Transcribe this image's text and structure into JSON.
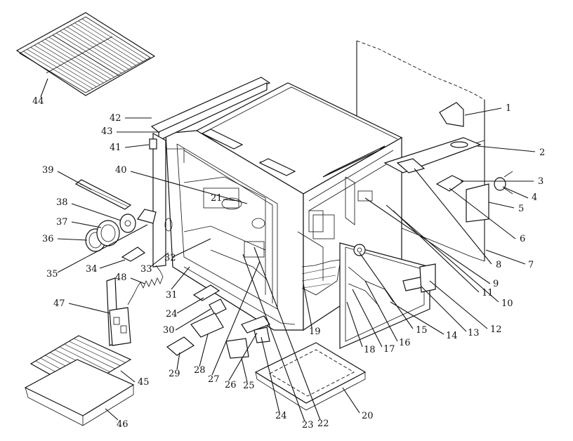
{
  "header": {
    "caption": ""
  },
  "callouts": [
    {
      "id": "1",
      "text": "1"
    },
    {
      "id": "2",
      "text": "2"
    },
    {
      "id": "3",
      "text": "3"
    },
    {
      "id": "4",
      "text": "4"
    },
    {
      "id": "5",
      "text": "5"
    },
    {
      "id": "6",
      "text": "6"
    },
    {
      "id": "7",
      "text": "7"
    },
    {
      "id": "8",
      "text": "8"
    },
    {
      "id": "9",
      "text": "9"
    },
    {
      "id": "10",
      "text": "10"
    },
    {
      "id": "11",
      "text": "11"
    },
    {
      "id": "12",
      "text": "12"
    },
    {
      "id": "13",
      "text": "13"
    },
    {
      "id": "14",
      "text": "14"
    },
    {
      "id": "15",
      "text": "15"
    },
    {
      "id": "16",
      "text": "16"
    },
    {
      "id": "17",
      "text": "17"
    },
    {
      "id": "18",
      "text": "18"
    },
    {
      "id": "19",
      "text": "19"
    },
    {
      "id": "20",
      "text": "20"
    },
    {
      "id": "21",
      "text": "21"
    },
    {
      "id": "22",
      "text": "22"
    },
    {
      "id": "23",
      "text": "23"
    },
    {
      "id": "24a",
      "text": "24"
    },
    {
      "id": "24b",
      "text": "24"
    },
    {
      "id": "25",
      "text": "25"
    },
    {
      "id": "26",
      "text": "26"
    },
    {
      "id": "27",
      "text": "27"
    },
    {
      "id": "28",
      "text": "28"
    },
    {
      "id": "29",
      "text": "29"
    },
    {
      "id": "30",
      "text": "30"
    },
    {
      "id": "31",
      "text": "31"
    },
    {
      "id": "32",
      "text": "32"
    },
    {
      "id": "33",
      "text": "33"
    },
    {
      "id": "34",
      "text": "34"
    },
    {
      "id": "35",
      "text": "35"
    },
    {
      "id": "36",
      "text": "36"
    },
    {
      "id": "37",
      "text": "37"
    },
    {
      "id": "38",
      "text": "38"
    },
    {
      "id": "39",
      "text": "39"
    },
    {
      "id": "40",
      "text": "40"
    },
    {
      "id": "41",
      "text": "41"
    },
    {
      "id": "42",
      "text": "42"
    },
    {
      "id": "43",
      "text": "43"
    },
    {
      "id": "44",
      "text": "44"
    },
    {
      "id": "45",
      "text": "45"
    },
    {
      "id": "46",
      "text": "46"
    },
    {
      "id": "47",
      "text": "47"
    },
    {
      "id": "48",
      "text": "48"
    }
  ],
  "parts": [
    {
      "id": "oven-rack",
      "icon": "wire-rack-icon"
    },
    {
      "id": "oven-cavity",
      "icon": "oven-box-icon"
    },
    {
      "id": "back-panel",
      "icon": "back-panel-icon"
    },
    {
      "id": "door-frame",
      "icon": "door-frame-icon"
    },
    {
      "id": "broil-pan-grid",
      "icon": "grid-tray-icon"
    },
    {
      "id": "broil-pan",
      "icon": "pan-icon"
    },
    {
      "id": "drawer-tray",
      "icon": "tray-icon"
    },
    {
      "id": "lamp-assembly",
      "icon": "lamp-icon"
    },
    {
      "id": "door-spring",
      "icon": "spring-icon"
    },
    {
      "id": "door-hinge",
      "icon": "hinge-icon"
    }
  ]
}
